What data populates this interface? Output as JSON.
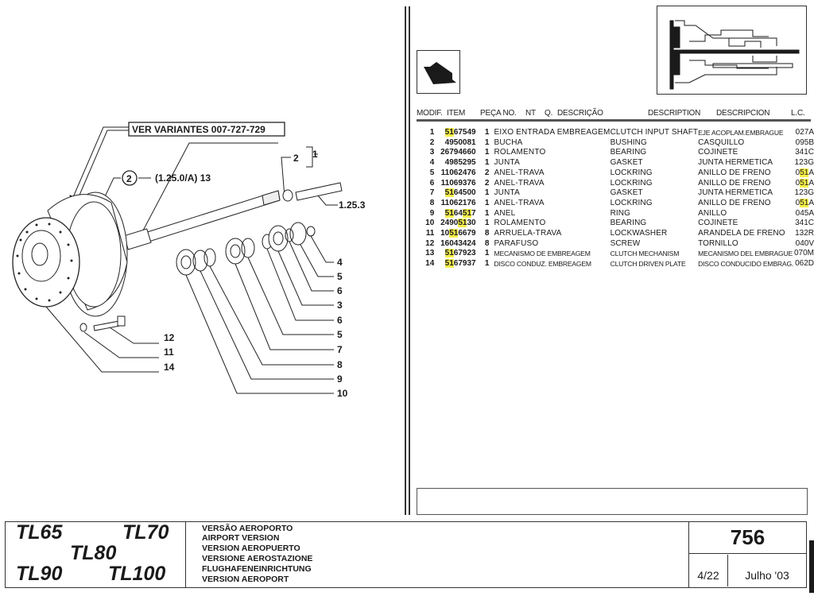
{
  "diagram": {
    "variant_note": "VER VARIANTES 007-727-729",
    "callouts": {
      "circle_ref": "2",
      "ref_group": "(1.25.0/A) 13",
      "bracket_top": "1",
      "bracket_sub": "2",
      "shaft_ref": "1.25.3",
      "right_labels": [
        "4",
        "5",
        "6",
        "3",
        "6",
        "5",
        "7",
        "8",
        "9",
        "10"
      ],
      "left_labels": [
        "12",
        "11",
        "14"
      ]
    }
  },
  "header_icons": {
    "arrow": "direction-arrow-icon",
    "thumbnail": "transmission-section-thumbnail"
  },
  "table": {
    "headers": {
      "modif": "MODIF.",
      "item": "ITEM",
      "part": "PEÇA NO.",
      "nt": "NT",
      "q": "Q.",
      "desc_pt": "DESCRIÇÃO",
      "desc_en": "DESCRIPTION",
      "desc_es": "DESCRIPCION",
      "lc": "L.C."
    },
    "highlight_color": "#f5ee4a",
    "rows": [
      {
        "item": "1",
        "part": "5167549",
        "q": "1",
        "pt": "EIXO ENTRADA EMBREAGEM",
        "en": "CLUTCH INPUT SHAFT",
        "es": "EJE  ACOPLAM.EMBRAGUE",
        "lc": "027A"
      },
      {
        "item": "2",
        "part": "4950081",
        "q": "1",
        "pt": "BUCHA",
        "en": "BUSHING",
        "es": "CASQUILLO",
        "lc": "095B"
      },
      {
        "item": "3",
        "part": "26794660",
        "q": "1",
        "pt": "ROLAMENTO",
        "en": "BEARING",
        "es": "COJINETE",
        "lc": "341C"
      },
      {
        "item": "4",
        "part": "4985295",
        "q": "1",
        "pt": "JUNTA",
        "en": "GASKET",
        "es": "JUNTA HERMETICA",
        "lc": "123G"
      },
      {
        "item": "5",
        "part": "11062476",
        "q": "2",
        "pt": "ANEL-TRAVA",
        "en": "LOCKRING",
        "es": "ANILLO DE FRENO",
        "lc": "051A"
      },
      {
        "item": "6",
        "part": "11069376",
        "q": "2",
        "pt": "ANEL-TRAVA",
        "en": "LOCKRING",
        "es": "ANILLO DE FRENO",
        "lc": "051A"
      },
      {
        "item": "7",
        "part": "5164500",
        "q": "1",
        "pt": "JUNTA",
        "en": "GASKET",
        "es": "JUNTA HERMETICA",
        "lc": "123G"
      },
      {
        "item": "8",
        "part": "11062176",
        "q": "1",
        "pt": "ANEL-TRAVA",
        "en": "LOCKRING",
        "es": "ANILLO DE FRENO",
        "lc": "051A"
      },
      {
        "item": "9",
        "part": "5164517",
        "q": "1",
        "pt": "ANEL",
        "en": "RING",
        "es": "ANILLO",
        "lc": "045A"
      },
      {
        "item": "10",
        "part": "24905130",
        "q": "1",
        "pt": "ROLAMENTO",
        "en": "BEARING",
        "es": "COJINETE",
        "lc": "341C"
      },
      {
        "item": "11",
        "part": "10516679",
        "q": "8",
        "pt": "ARRUELA-TRAVA",
        "en": "LOCKWASHER",
        "es": "ARANDELA DE FRENO",
        "lc": "132R"
      },
      {
        "item": "12",
        "part": "16043424",
        "q": "8",
        "pt": "PARAFUSO",
        "en": "SCREW",
        "es": "TORNILLO",
        "lc": "040V"
      },
      {
        "item": "13",
        "part": "5167923",
        "q": "1",
        "pt": "MECANISMO  DE  EMBREAGEM",
        "en": "CLUTCH MECHANISM",
        "es": "MECANISMO DEL EMBRAGUE",
        "lc": "070M"
      },
      {
        "item": "14",
        "part": "5167937",
        "q": "1",
        "pt": "DISCO CONDUZ. EMBREAGEM",
        "en": "CLUTCH DRIVEN PLATE",
        "es": "DISCO CONDUCIDO EMBRAG.",
        "lc": "062D"
      }
    ]
  },
  "footer": {
    "models": [
      "TL65",
      "TL70",
      "TL80",
      "TL90",
      "TL100"
    ],
    "versions": [
      "VERSÃO AEROPORTO",
      "AIRPORT VERSION",
      "VERSION AEROPUERTO",
      "VERSIONE AEROSTAZIONE",
      "FLUGHAFENEINRICHTUNG",
      "VERSION AEROPORT"
    ],
    "page_number": "756",
    "sheet": "4/22",
    "date": "Julho '03"
  }
}
